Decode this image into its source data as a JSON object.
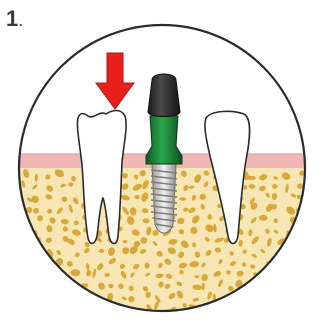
{
  "step": {
    "number": "1",
    "suffix": "."
  },
  "illustration": {
    "elements": {
      "left_tooth": "tooth",
      "center": "dental-implant",
      "right_tooth": "tooth",
      "indicator": "arrow-down-icon"
    },
    "colors": {
      "bone": "#f6e6b4",
      "bone_pores": "#d8a93a",
      "gum": "#f1b6b6",
      "outline": "#2b2b2b",
      "arrow": "#e8211d",
      "abutment_green": "#1f8a3a",
      "cap_black": "#2d2d2d",
      "screw": "#cfcfcf",
      "tooth": "#ffffff"
    }
  }
}
